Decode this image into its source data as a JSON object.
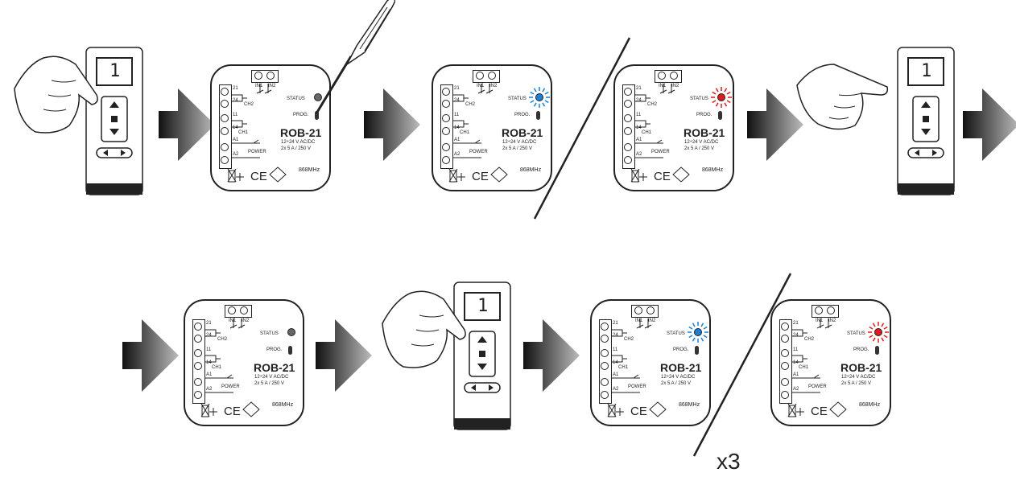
{
  "module": {
    "model": "ROB-21",
    "status_label": "STATUS",
    "prog_label": "PROG.",
    "terminal_labels": [
      "21",
      "24",
      "11",
      "14",
      "A1",
      "A2"
    ],
    "ch2_label": "CH2",
    "ch1_label": "CH1",
    "in1_label": "IN1",
    "in2_label": "IN2",
    "voltage_label": "12÷24 V AC/DC",
    "rating_label": "2x 5 A / 250 V",
    "power_label": "POWER",
    "freq_label": "868MHz"
  },
  "remote": {
    "display_digit": "1"
  },
  "repeat_label": "x3",
  "colors": {
    "line": "#222222",
    "arrow_dark": "#111111",
    "led_blue": "#1a7fd6",
    "led_red": "#e01b1b"
  },
  "steps_row1": [
    {
      "kind": "remote",
      "hand": "press"
    },
    {
      "kind": "module",
      "led": "off",
      "tool": "screwdriver"
    },
    {
      "kind": "module",
      "led": "blue"
    },
    {
      "kind": "module",
      "led": "red"
    },
    {
      "kind": "remote",
      "hand": "point"
    }
  ],
  "steps_row2": [
    {
      "kind": "module",
      "led": "off"
    },
    {
      "kind": "remote",
      "hand": "press"
    },
    {
      "kind": "module",
      "led": "blue"
    },
    {
      "kind": "module",
      "led": "red"
    }
  ]
}
